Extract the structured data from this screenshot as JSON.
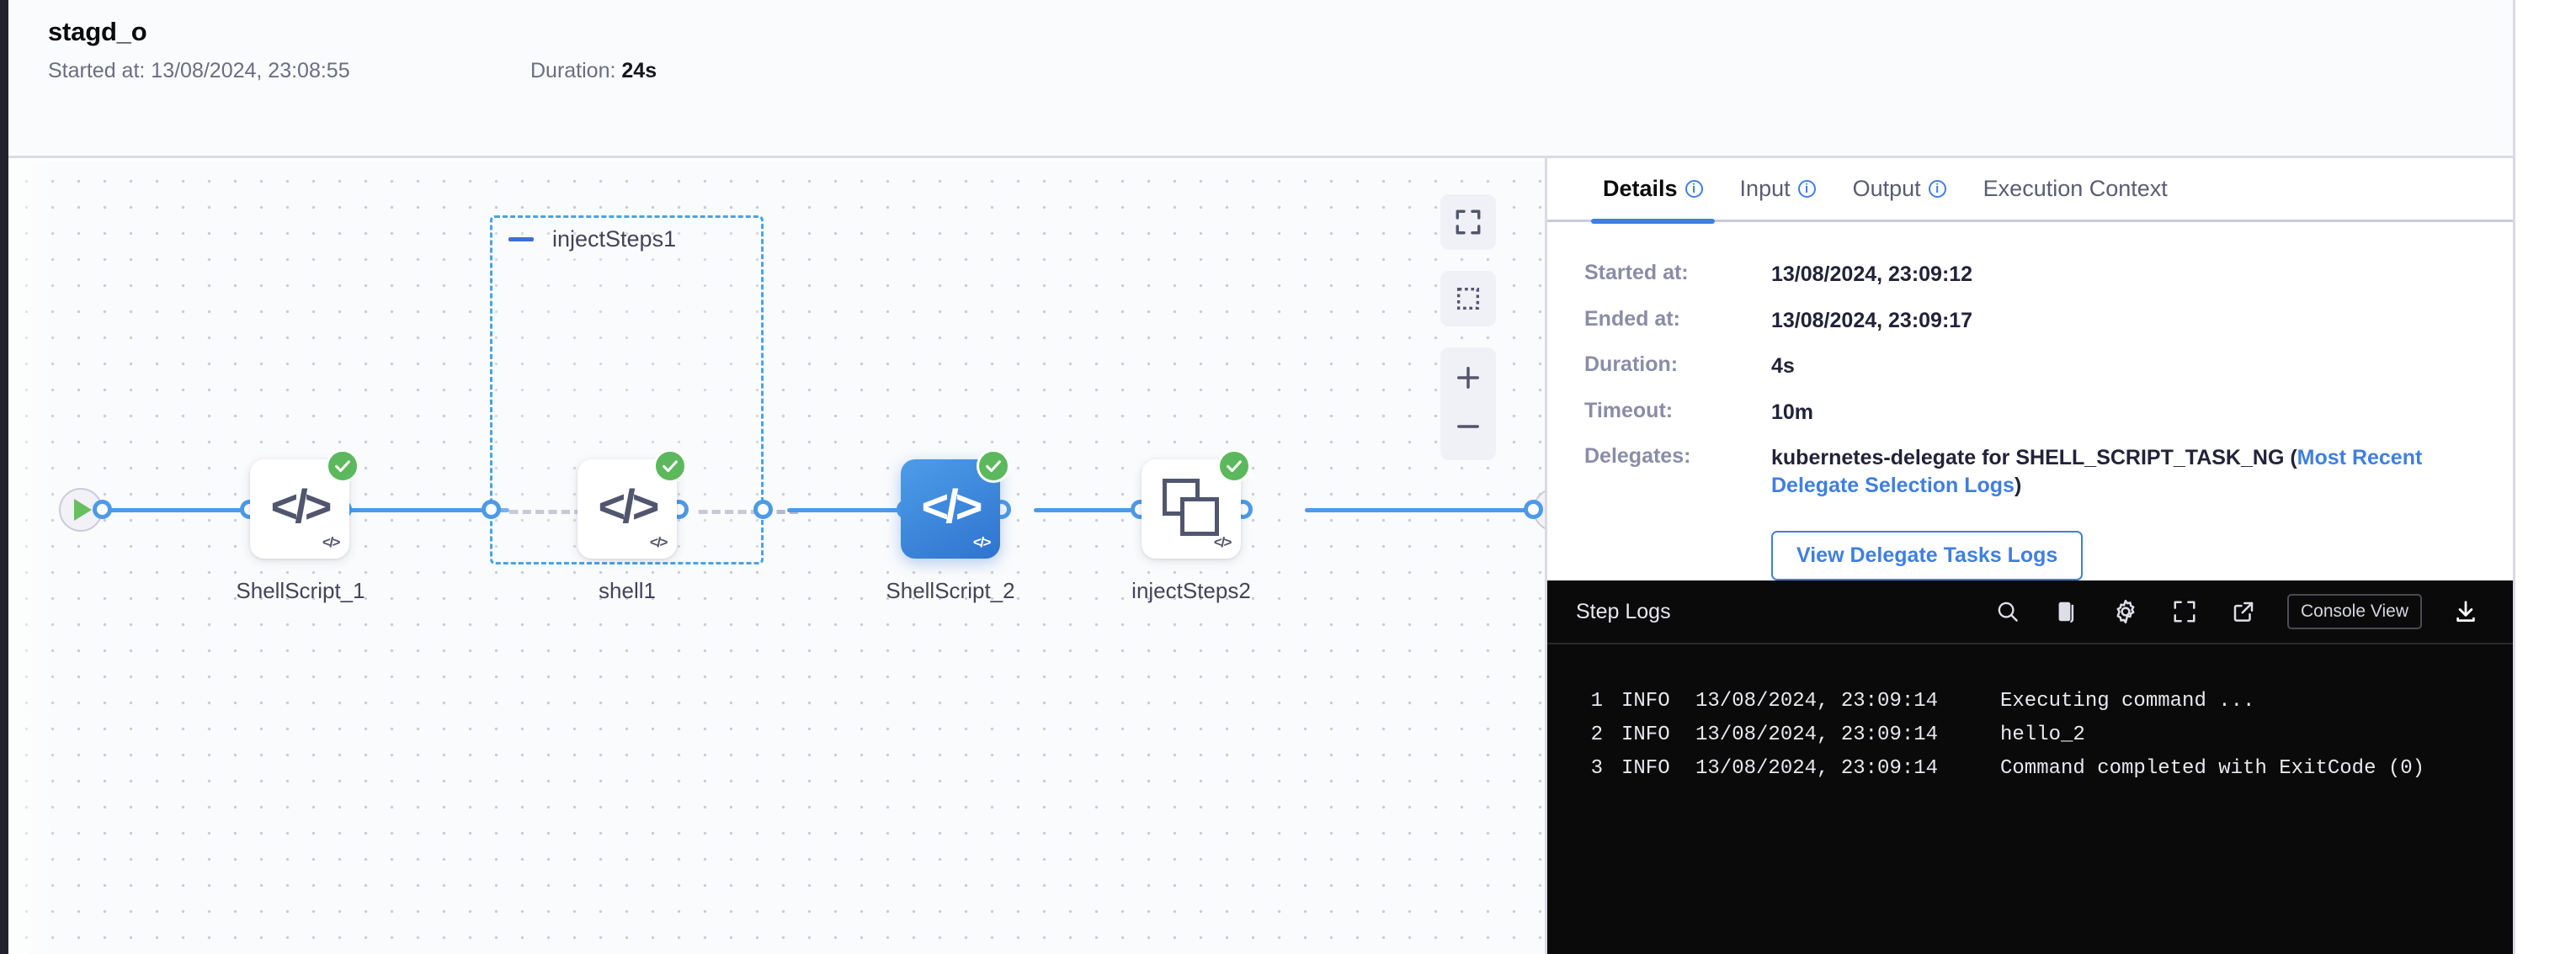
{
  "header": {
    "title": "stagd_o",
    "started_label": "Started at: 13/08/2024, 23:08:55",
    "duration_label": "Duration: ",
    "duration_value": "24s"
  },
  "graph": {
    "start_node_icon": "play-icon",
    "end_node_icon": "stop-icon",
    "group": {
      "name": "injectSteps1",
      "collapse_icon": "minus-icon"
    },
    "nodes": [
      {
        "label": "ShellScript_1",
        "icon": "code-icon",
        "corner": "</>",
        "status": "success",
        "selected": false
      },
      {
        "label": "shell1",
        "icon": "code-icon",
        "corner": "</>",
        "status": "success",
        "selected": false
      },
      {
        "label": "ShellScript_2",
        "icon": "code-icon",
        "corner": "</>",
        "status": "success",
        "selected": true
      },
      {
        "label": "injectSteps2",
        "icon": "stack-icon",
        "corner": "</>",
        "status": "success",
        "selected": false
      }
    ],
    "controls": [
      {
        "name": "fit-to-screen-button",
        "icon": "expand-icon"
      },
      {
        "name": "selection-box-button",
        "icon": "dashed-square-icon"
      },
      {
        "name": "zoom-in-button",
        "icon": "plus-icon"
      },
      {
        "name": "zoom-out-button",
        "icon": "minus-icon"
      }
    ]
  },
  "panel": {
    "tabs": [
      {
        "label": "Details",
        "info": true,
        "active": true
      },
      {
        "label": "Input",
        "info": true,
        "active": false
      },
      {
        "label": "Output",
        "info": true,
        "active": false
      },
      {
        "label": "Execution Context",
        "info": false,
        "active": false
      }
    ],
    "details": [
      {
        "key": "Started at:",
        "value": "13/08/2024, 23:09:12"
      },
      {
        "key": "Ended at:",
        "value": "13/08/2024, 23:09:17"
      },
      {
        "key": "Duration:",
        "value": "4s"
      },
      {
        "key": "Timeout:",
        "value": "10m"
      }
    ],
    "delegates": {
      "key": "Delegates:",
      "text_before": "kubernetes-delegate for SHELL_SCRIPT_TASK_NG (",
      "link": "Most Recent Delegate Selection Logs",
      "text_after": ")"
    },
    "delegate_button": "View Delegate Tasks Logs"
  },
  "logs": {
    "title": "Step Logs",
    "console_view_button": "Console View",
    "tools": [
      {
        "name": "search-icon"
      },
      {
        "name": "copy-icon"
      },
      {
        "name": "gear-icon"
      },
      {
        "name": "fullscreen-icon"
      },
      {
        "name": "external-link-icon"
      },
      {
        "name": "download-icon"
      }
    ],
    "lines": [
      {
        "num": "1",
        "level": "INFO",
        "time": "13/08/2024, 23:09:14",
        "message": "Executing command ..."
      },
      {
        "num": "2",
        "level": "INFO",
        "time": "13/08/2024, 23:09:14",
        "message": "hello_2"
      },
      {
        "num": "3",
        "level": "INFO",
        "time": "13/08/2024, 23:09:14",
        "message": "Command completed with ExitCode (0)"
      }
    ]
  },
  "colors": {
    "accent": "#3f7fe0",
    "wire": "#4c9ae8",
    "success": "#5cb85c",
    "group_border": "#47a3e8",
    "logs_bg": "#0a0a0a"
  }
}
